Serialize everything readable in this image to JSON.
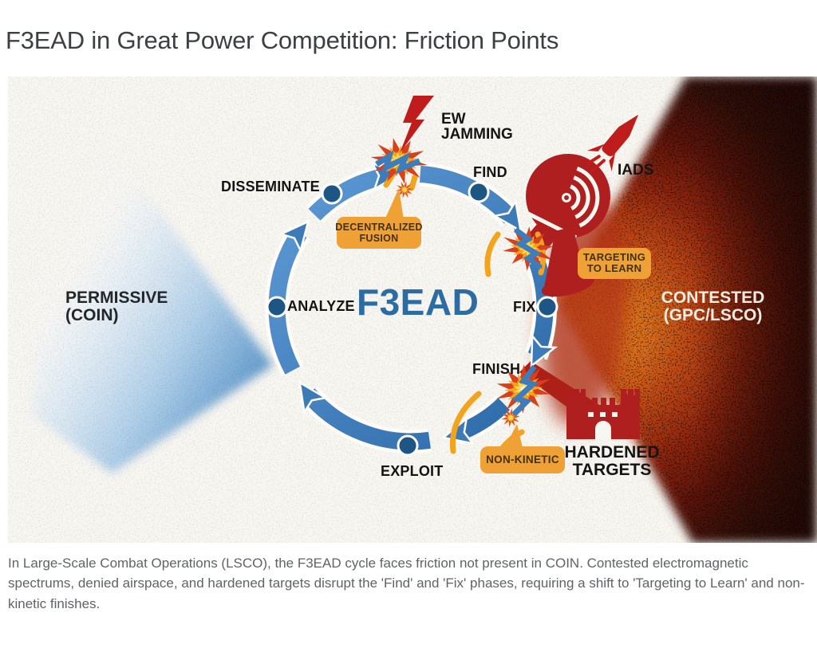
{
  "page": {
    "title": "F3EAD in Great Power Competition: Friction Points",
    "caption": "In Large-Scale Combat Operations (LSCO), the F3EAD cycle faces friction not present in COIN. Contested electromagnetic spectrums, denied airspace, and hardened targets disrupt the 'Find' and 'Fix' phases, requiring a shift to 'Targeting to Learn' and non-kinetic finishes."
  },
  "diagram": {
    "center_label": "F3EAD",
    "phases": [
      {
        "id": "find",
        "label": "FIND"
      },
      {
        "id": "fix",
        "label": "FIX"
      },
      {
        "id": "finish",
        "label": "FINISH"
      },
      {
        "id": "exploit",
        "label": "EXPLOIT"
      },
      {
        "id": "analyze",
        "label": "ANALYZE"
      },
      {
        "id": "disseminate",
        "label": "DISSEMINATE"
      }
    ],
    "environments": {
      "permissive": {
        "line1": "PERMISSIVE",
        "line2": "(COIN)"
      },
      "contested": {
        "line1": "CONTESTED",
        "line2": "(GPC/LSCO)"
      }
    },
    "threats": [
      {
        "id": "ew-jamming",
        "line1": "EW",
        "line2": "JAMMING"
      },
      {
        "id": "iads",
        "label": "IADS"
      },
      {
        "id": "hardened-targets",
        "line1": "HARDENED",
        "line2": "TARGETS"
      }
    ],
    "callouts": [
      {
        "id": "decentralized-fusion",
        "label": "DECENTRALIZED FUSION"
      },
      {
        "id": "targeting-to-learn",
        "label": "TARGETING TO LEARN"
      },
      {
        "id": "non-kinetic",
        "label": "NON-KINETIC"
      }
    ],
    "colors": {
      "cycle_blue": "#3c7ab8",
      "node_blue": "#1d5684",
      "accent_red": "#b01f1f",
      "callout_orange": "#f0a136",
      "permissive_blue": "#6099cb",
      "contested_orange": "#bf4a15",
      "f3ead_blue": "#2d6ba3"
    }
  }
}
